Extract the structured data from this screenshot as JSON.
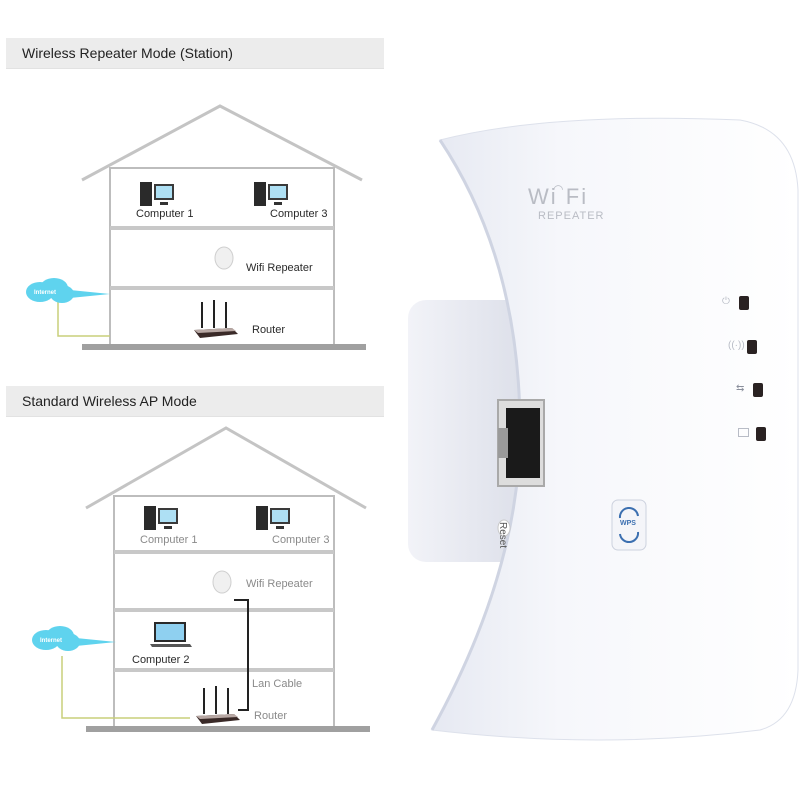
{
  "diagram_top": {
    "title": "Wireless Repeater Mode (Station)",
    "cloud_label": "Internet",
    "labels": {
      "computer1": "Computer 1",
      "computer3": "Computer 3",
      "repeater": "Wifi Repeater",
      "router": "Router"
    }
  },
  "diagram_bottom": {
    "title": "Standard Wireless AP Mode",
    "cloud_label": "Internet",
    "labels": {
      "computer1": "Computer 1",
      "computer3": "Computer 3",
      "repeater": "Wifi Repeater",
      "computer2": "Computer 2",
      "lan_cable": "Lan Cable",
      "router": "Router"
    }
  },
  "device": {
    "logo_top": "Wi  Fi",
    "logo_bottom": "REPEATER",
    "reset_label": "Reset",
    "wps_label": "WPS",
    "leds": [
      "power-icon",
      "wireless-signal-icon",
      "sync-arrows-icon",
      "lan-port-icon"
    ],
    "colors": {
      "body": "#f6f7fb",
      "shadow": "#dfe3ee",
      "led": "#2a2222",
      "cloud": "#5fd3ee",
      "cable_green": "#c9cf7a",
      "wps_blue": "#3b6fb0"
    }
  }
}
